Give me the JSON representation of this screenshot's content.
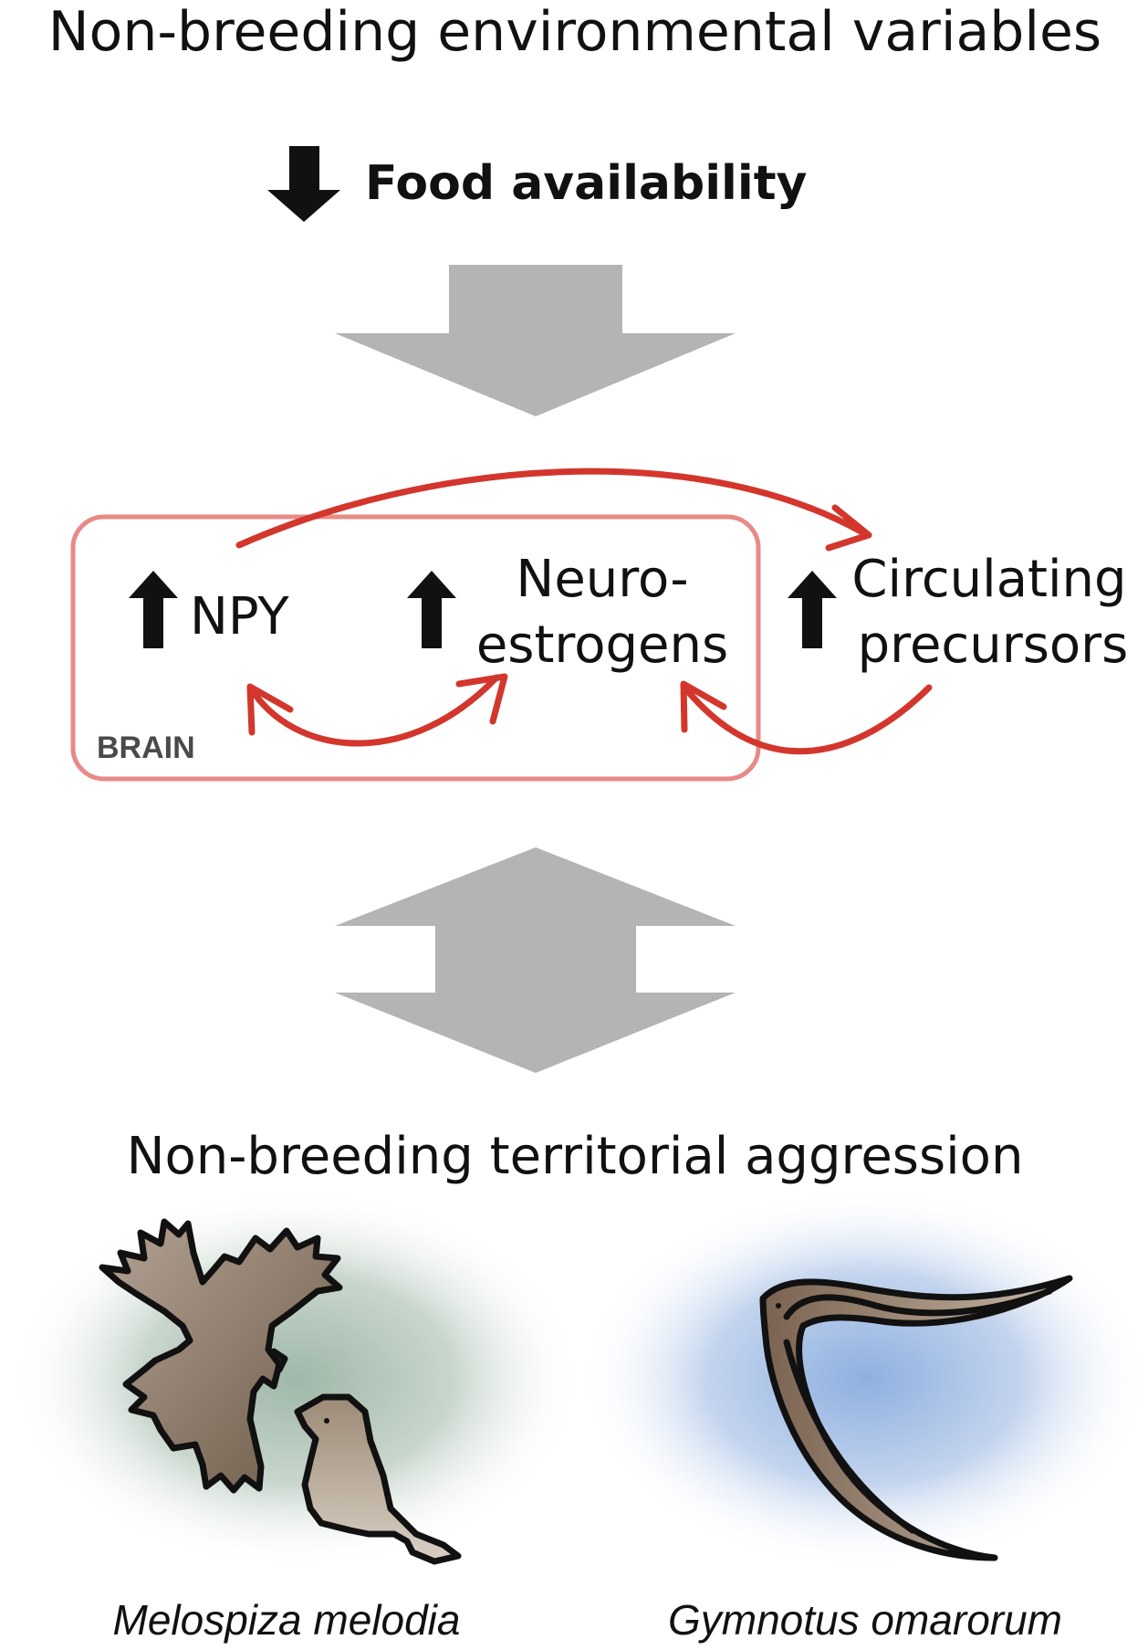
{
  "title": "Non-breeding environmental variables",
  "food": {
    "label": "Food availability",
    "direction": "decrease"
  },
  "brain_box": {
    "label": "BRAIN"
  },
  "nodes": {
    "npy": {
      "label": "NPY",
      "direction": "increase"
    },
    "neuroestrogens": {
      "line1": "Neuro-",
      "line2": "estrogens",
      "direction": "increase"
    },
    "precursors": {
      "line1": "Circulating",
      "line2": "precursors",
      "direction": "increase"
    }
  },
  "outcome": "Non-breeding territorial aggression",
  "species": [
    {
      "name": "Melospiza melodia",
      "icon": "bird-icon",
      "glow": "#b9cbbf"
    },
    {
      "name": "Gymnotus omarorum",
      "icon": "fish-icon",
      "glow": "#a9c2e6"
    }
  ],
  "colors": {
    "arrow_red": "#d3362c",
    "brain_border": "#e88a86",
    "gray_arrow": "#b4b4b4",
    "text": "#111111"
  }
}
